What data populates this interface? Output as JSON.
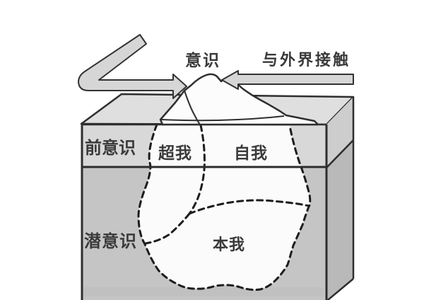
{
  "diagram": {
    "kind": "freud-iceberg-structural-model",
    "labels": {
      "consciousness": "意识",
      "contact_with_outside_world": "与外界接触",
      "preconscious": "前意识",
      "superego": "超我",
      "ego": "自我",
      "subconscious": "潜意识",
      "id_instinct": "本我"
    },
    "icons": {
      "bent_arrow": "bent-arrow-into-peak",
      "external_contact_arrow": "left-pointing-arrow-into-peak"
    },
    "colors": {
      "background": "#ffffff",
      "block_top_face": "#dfdfdf",
      "preconscious_band": "#d8d8d8",
      "subconscious_area": "#c5c5c5",
      "side_face_upper": "#cdcdcd",
      "side_face_lower": "#b9b9b9",
      "iceberg_fill": "#fbfbfb",
      "arrow_fill": "#d6d6d6",
      "outline": "#2e2e2e",
      "text": "#3a3a3a"
    }
  }
}
